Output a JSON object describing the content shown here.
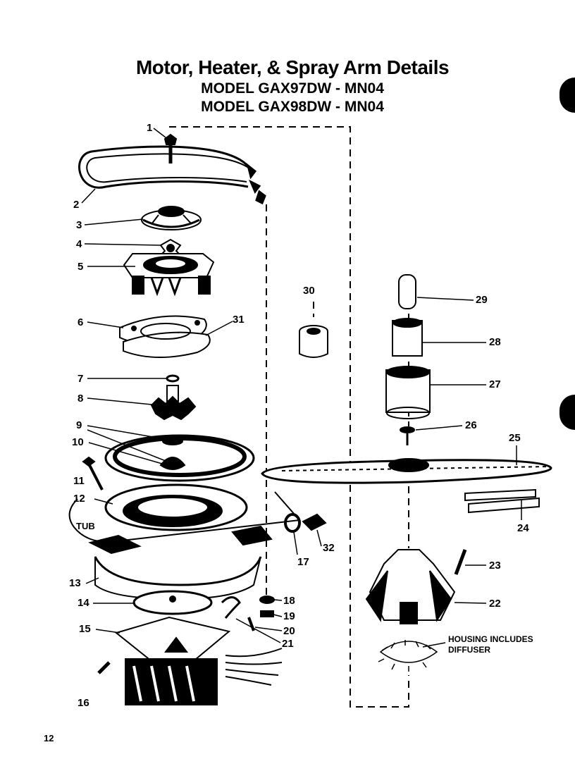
{
  "title": "Motor, Heater, & Spray Arm Details",
  "models": [
    "MODEL  GAX97DW - MN04",
    "MODEL GAX98DW - MN04"
  ],
  "labels": {
    "p1": "1",
    "p2": "2",
    "p3": "3",
    "p4": "4",
    "p5": "5",
    "p6": "6",
    "p7": "7",
    "p8": "8",
    "p9": "9",
    "p10": "10",
    "p11": "11",
    "p12": "12",
    "p13": "13",
    "p14": "14",
    "p15": "15",
    "p16": "16",
    "p17": "17",
    "p18": "18",
    "p19": "19",
    "p20": "20",
    "p21": "21",
    "p22": "22",
    "p23": "23",
    "p24": "24",
    "p25": "25",
    "p26": "26",
    "p27": "27",
    "p28": "28",
    "p29": "29",
    "p30": "30",
    "p31": "31",
    "p32": "32"
  },
  "tub_label": "TUB",
  "housing_note": [
    "HOUSING INCLUDES",
    "DIFFUSER"
  ],
  "page_number": "12"
}
